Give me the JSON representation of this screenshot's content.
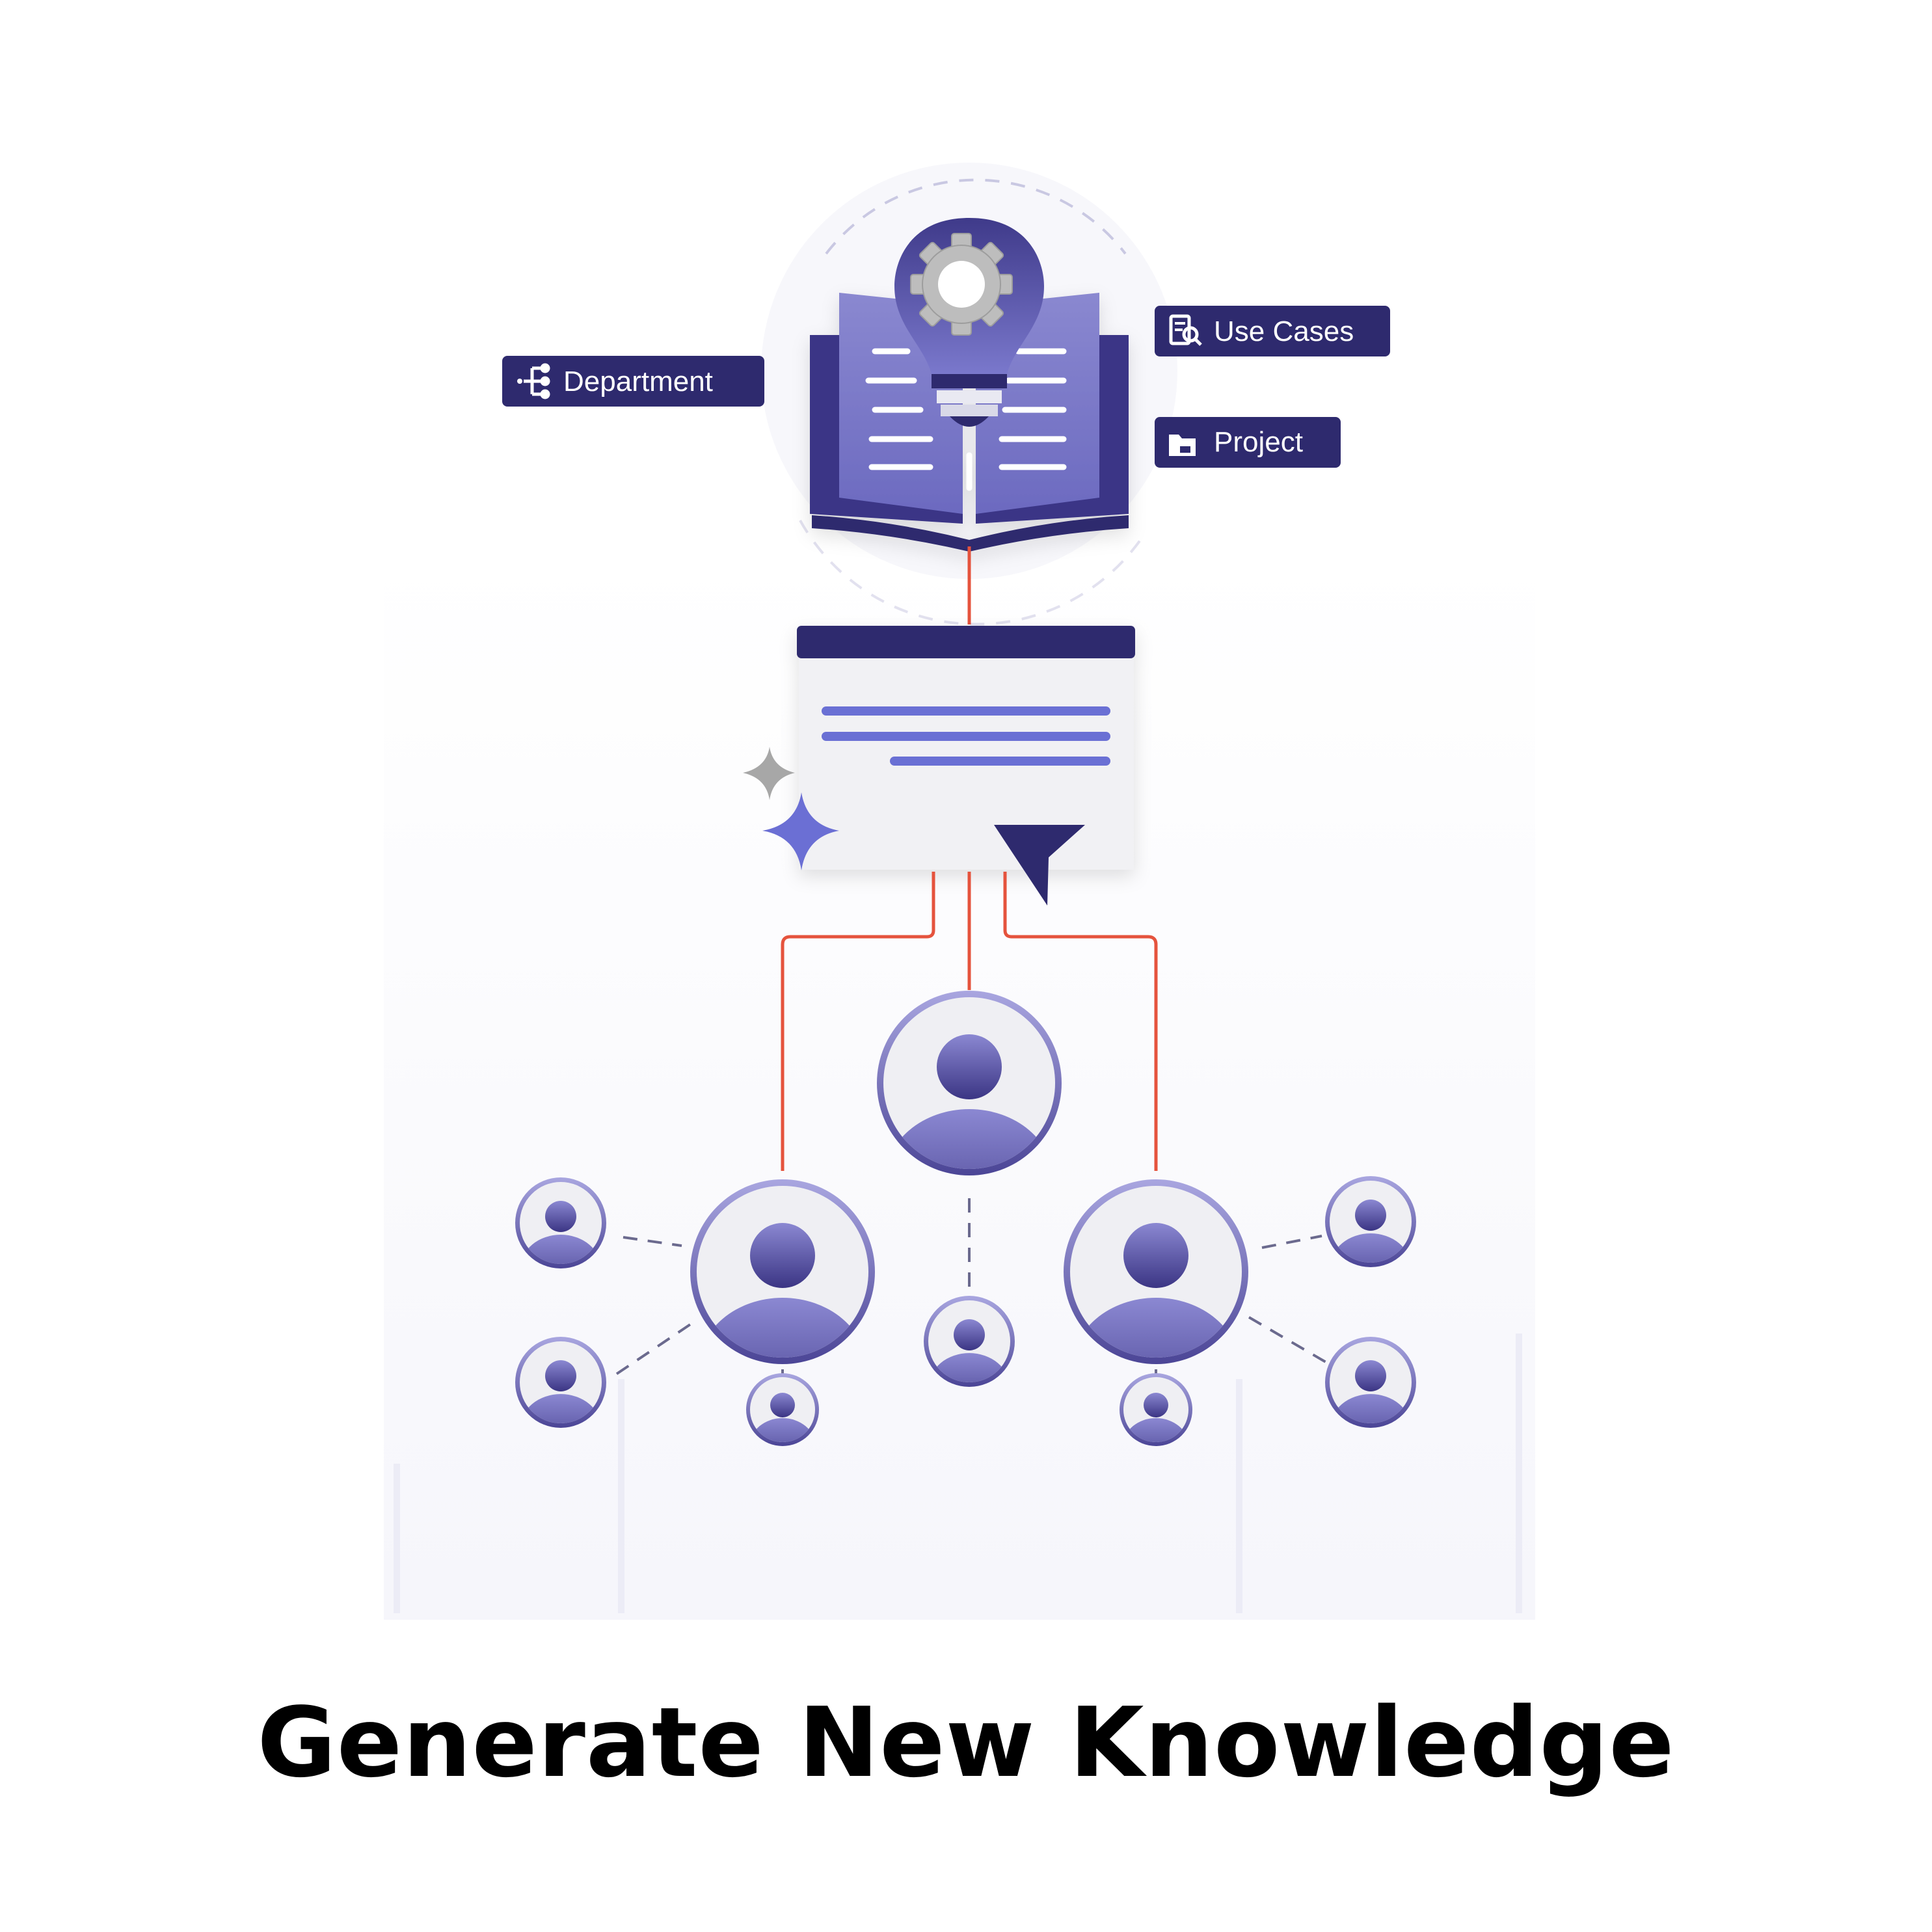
{
  "tags": {
    "department": "Department",
    "use_cases": "Use Cases",
    "project": "Project"
  },
  "caption": "Generate New Knowledge",
  "colors": {
    "navy": "#2e2a6e",
    "indigo": "#3d3785",
    "periwinkle": "#6b6fd4",
    "lavender": "#8d8cd6",
    "connector": "#e5533d",
    "panel": "#f1f1f4"
  },
  "icons": [
    "lightbulb-icon",
    "gear-icon",
    "book-icon",
    "document-icon",
    "sparkle-icon",
    "cursor-icon",
    "person-icon",
    "hierarchy-icon",
    "search-document-icon",
    "folder-icon"
  ]
}
